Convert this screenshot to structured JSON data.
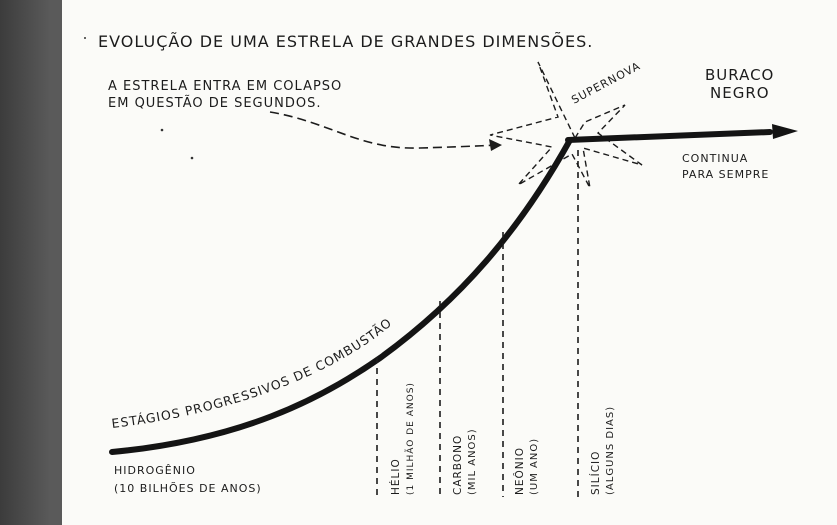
{
  "title": "EVOLUÇÃO DE UMA ESTRELA DE GRANDES DIMENSÕES.",
  "collapse_note": {
    "line1": "A ESTRELA ENTRA EM COLAPSO",
    "line2": "EM QUESTÃO DE SEGUNDOS."
  },
  "supernova_label": "SUPERNOVA",
  "black_hole_label": {
    "line1": "BURACO",
    "line2": "NEGRO"
  },
  "continues_label": {
    "line1": "CONTINUA",
    "line2": "PARA SEMPRE"
  },
  "curve_label": "ESTÁGIOS PROGRESSIVOS DE COMBUSTÃO",
  "stages": [
    {
      "name": "HIDROGÊNIO",
      "duration": "(10 BILHÕES DE ANOS)"
    },
    {
      "name": "HÉLIO",
      "duration": "(1 MILHÃO DE ANOS)"
    },
    {
      "name": "CARBONO",
      "duration": "(MIL ANOS)"
    },
    {
      "name": "NEÔNIO",
      "duration": "(UM ANO)"
    },
    {
      "name": "SILÍCIO",
      "duration": "(ALGUNS DIAS)"
    }
  ],
  "colors": {
    "ink": "#1c1c1c",
    "paper": "#fbfbf8",
    "frame": "#4a4a4a"
  }
}
